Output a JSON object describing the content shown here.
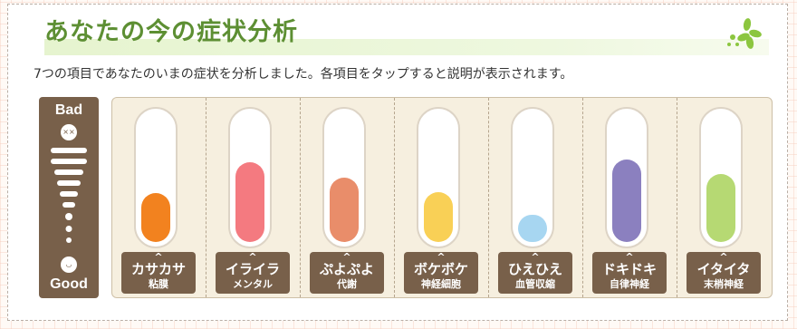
{
  "header": {
    "title": "あなたの今の症状分析",
    "description": "7つの項目であなたのいまの症状を分析しました。各項目をタップすると説明が表示されます。"
  },
  "scale": {
    "top_label": "Bad",
    "bottom_label": "Good"
  },
  "symptoms": [
    {
      "label": "カサカサ",
      "sublabel": "粘膜",
      "level": 0.38,
      "color": "#f2821f"
    },
    {
      "label": "イライラ",
      "sublabel": "メンタル",
      "level": 0.62,
      "color": "#f47a80"
    },
    {
      "label": "ぷよぷよ",
      "sublabel": "代謝",
      "level": 0.5,
      "color": "#e98d6a"
    },
    {
      "label": "ボケボケ",
      "sublabel": "神経細胞",
      "level": 0.39,
      "color": "#f9d056"
    },
    {
      "label": "ひえひえ",
      "sublabel": "血管収縮",
      "level": 0.21,
      "color": "#a7d6f1"
    },
    {
      "label": "ドキドキ",
      "sublabel": "自律神経",
      "level": 0.64,
      "color": "#8b80bf"
    },
    {
      "label": "イタイタ",
      "sublabel": "末梢神経",
      "level": 0.53,
      "color": "#b6d973"
    }
  ],
  "icons": {
    "decoration": "leaf-sparkle-icon",
    "bad_face": "sad-face-icon",
    "good_face": "happy-face-icon",
    "caret": "chevron-up-icon"
  }
}
